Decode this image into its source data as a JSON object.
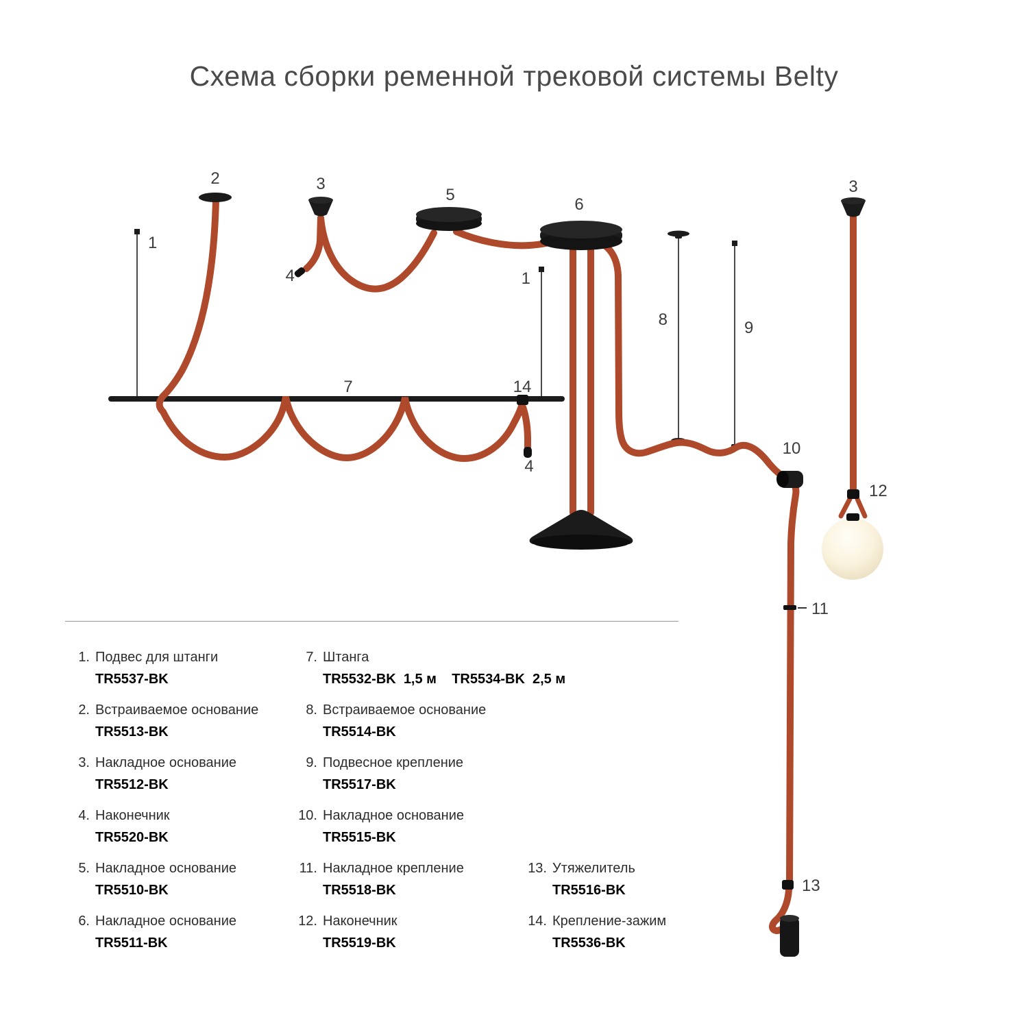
{
  "title": "Схема сборки ременной трековой системы Belty",
  "colors": {
    "belt": "#AE4A2B",
    "fixture": "#1b1b1b",
    "text": "#3c3c3c"
  },
  "diagram": {
    "labels": {
      "n1": "1",
      "n2": "2",
      "n3": "3",
      "n4": "4",
      "n5": "5",
      "n6": "6",
      "n7": "7",
      "n8": "8",
      "n9": "9",
      "n10": "10",
      "n11": "11",
      "n12": "12",
      "n13": "13",
      "n14": "14"
    }
  },
  "legend": {
    "col1": [
      {
        "num": "1.",
        "name": "Подвес для штанги",
        "code": "TR5537-BK"
      },
      {
        "num": "2.",
        "name": "Встраиваемое основание",
        "code": "TR5513-BK"
      },
      {
        "num": "3.",
        "name": "Накладное основание",
        "code": "TR5512-BK"
      },
      {
        "num": "4.",
        "name": "Наконечник",
        "code": "TR5520-BK"
      },
      {
        "num": "5.",
        "name": "Накладное основание",
        "code": "TR5510-BK"
      },
      {
        "num": "6.",
        "name": "Накладное основание",
        "code": "TR5511-BK"
      }
    ],
    "col2": [
      {
        "num": "7.",
        "name": "Штанга",
        "code": "TR5532-BK  1,5 м    TR5534-BK  2,5 м"
      },
      {
        "num": "8.",
        "name": "Встраиваемое основание",
        "code": "TR5514-BK"
      },
      {
        "num": "9.",
        "name": "Подвесное крепление",
        "code": "TR5517-BK"
      },
      {
        "num": "10.",
        "name": "Накладное основание",
        "code": "TR5515-BK"
      },
      {
        "num": "11.",
        "name": "Накладное крепление",
        "code": "TR5518-BK"
      },
      {
        "num": "12.",
        "name": "Наконечник",
        "code": "TR5519-BK"
      }
    ],
    "col3": [
      {
        "num": "13.",
        "name": "Утяжелитель",
        "code": "TR5516-BK"
      },
      {
        "num": "14.",
        "name": "Крепление-зажим",
        "code": "TR5536-BK"
      }
    ]
  }
}
